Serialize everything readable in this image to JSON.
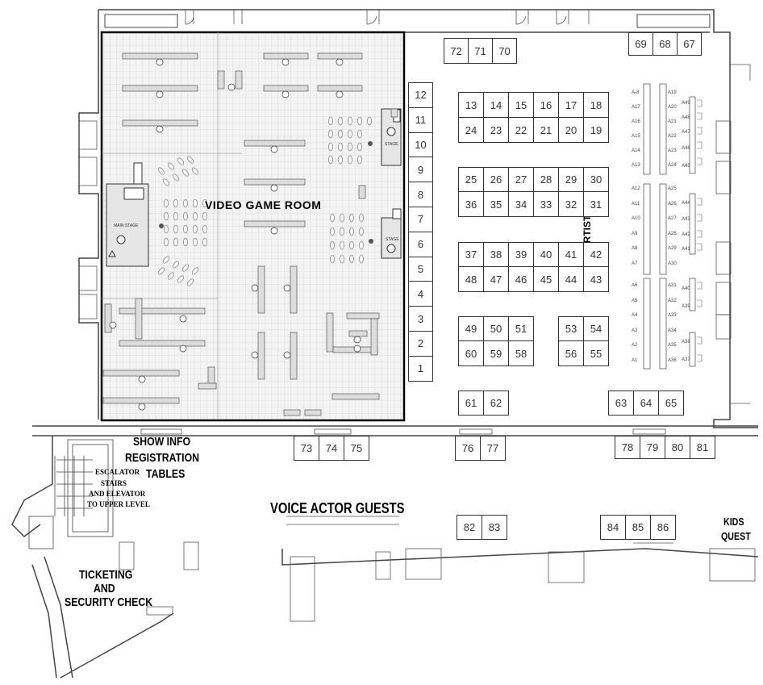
{
  "labels": {
    "video_game_room": "VIDEO GAME ROOM",
    "artist_tables": "ARTIST TABLES",
    "show_info": "SHOW INFO",
    "registration": "REGISTRATION",
    "tables": "TABLES",
    "voice_actor_guests": "VOICE ACTOR GUESTS",
    "kids": "KIDS",
    "quest": "QUEST",
    "ticketing": "TICKETING",
    "and": "AND",
    "security_check": "SECURITY CHECK",
    "escalator": [
      "ESCALATOR",
      "STAIRS",
      "AND ELEVATOR",
      "TO UPPER LEVEL"
    ],
    "main_stage": "MAIN STAGE",
    "stage_upper": "STAGE",
    "stage_lower": "STAGE"
  },
  "booths": {
    "top_right": [
      "69",
      "68",
      "67"
    ],
    "top_mid": [
      "72",
      "71",
      "70"
    ],
    "column": [
      "12",
      "11",
      "10",
      "9",
      "8",
      "7",
      "6",
      "5",
      "4",
      "3",
      "2",
      "1"
    ],
    "block1_top": [
      "13",
      "14",
      "15",
      "16",
      "17",
      "18"
    ],
    "block1_bottom": [
      "24",
      "23",
      "22",
      "21",
      "20",
      "19"
    ],
    "block2_top": [
      "25",
      "26",
      "27",
      "28",
      "29",
      "30"
    ],
    "block2_bottom": [
      "36",
      "35",
      "34",
      "33",
      "32",
      "31"
    ],
    "block3_top": [
      "37",
      "38",
      "39",
      "40",
      "41",
      "42"
    ],
    "block3_bottom": [
      "48",
      "47",
      "46",
      "45",
      "44",
      "43"
    ],
    "block4_top": [
      "49",
      "50",
      "51"
    ],
    "block4_bottom": [
      "60",
      "59",
      "58"
    ],
    "block5_top": [
      "53",
      "54"
    ],
    "block5_bottom": [
      "56",
      "55"
    ],
    "pair_61": [
      "61",
      "62"
    ],
    "row_63": [
      "63",
      "64",
      "65"
    ],
    "row_73": [
      "73",
      "74",
      "75"
    ],
    "pair_76": [
      "76",
      "77"
    ],
    "row_78": [
      "78",
      "79",
      "80",
      "81"
    ],
    "pair_82": [
      "82",
      "83"
    ],
    "row_84": [
      "84",
      "85",
      "86"
    ]
  },
  "artist_tables": {
    "col_a": [
      "A-8",
      "A17",
      "A16",
      "A15",
      "A14",
      "A13",
      "A12",
      "A11",
      "A10",
      "A9",
      "A8",
      "A7",
      "A6",
      "A5",
      "A4",
      "A3",
      "A2",
      "A1"
    ],
    "col_b": [
      "A19",
      "A20",
      "A21",
      "A22",
      "A23",
      "A24",
      "A25",
      "A26",
      "A27",
      "A28",
      "A29",
      "A30",
      "A31",
      "A32",
      "A33",
      "A34",
      "A35",
      "A36"
    ],
    "col_c": [
      "A49",
      "A48",
      "A47",
      "A46",
      "A45",
      "A44",
      "A43",
      "A42",
      "A41",
      "A40",
      "A39",
      "A38",
      "A37"
    ]
  },
  "colors": {
    "grid_line": "#d6d6d6",
    "grid_bg": "#f3f3f3",
    "wall": "#444444",
    "booth_border": "#333333"
  }
}
